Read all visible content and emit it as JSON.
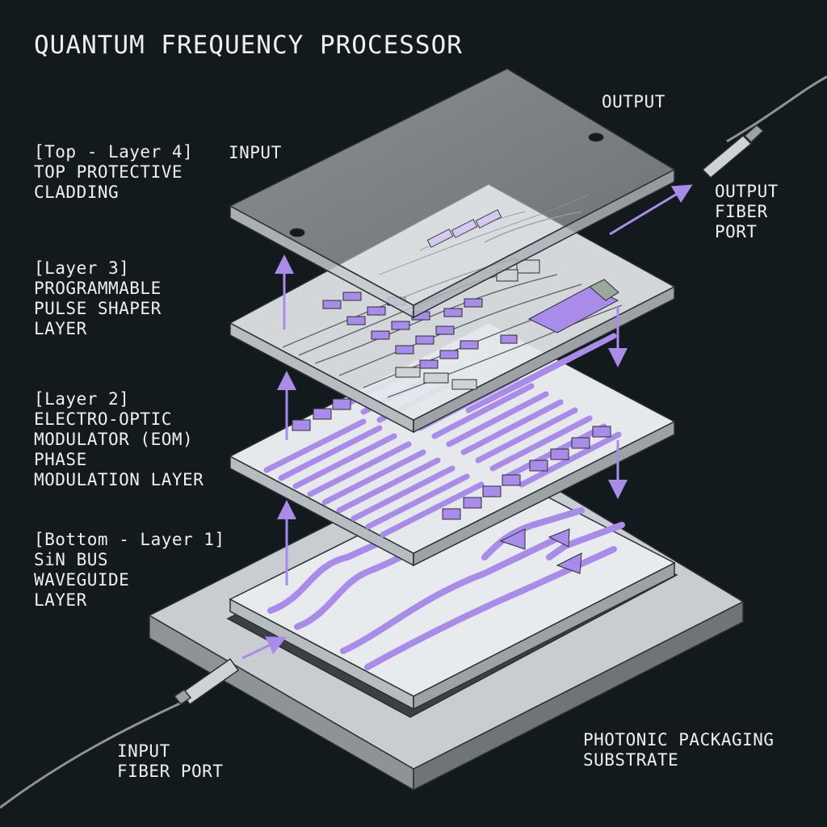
{
  "title": "QUANTUM FREQUENCY PROCESSOR",
  "labels": {
    "layer4": "[Top - Layer 4]\nTOP PROTECTIVE\nCLADDING",
    "layer3": "[Layer 3]\nPROGRAMMABLE\nPULSE SHAPER\nLAYER",
    "layer2": "[Layer 2]\nELECTRO-OPTIC\nMODULATOR (EOM)\nPHASE\nMODULATION LAYER",
    "layer1": "[Bottom - Layer 1]\nSiN BUS\nWAVEGUIDE\nLAYER",
    "input_top": "INPUT",
    "output_top": "OUTPUT",
    "output_port": "OUTPUT\nFIBER\nPORT",
    "input_port": "INPUT\nFIBER PORT",
    "substrate": "PHOTONIC PACKAGING\nSUBSTRATE"
  },
  "colors": {
    "background": "#121a1d",
    "layer_fill": "#e9ecef",
    "accent": "#a98bea",
    "outline": "#2a2f33"
  },
  "icons": [
    "input-fiber-connector",
    "output-fiber-connector",
    "flow-arrow"
  ]
}
